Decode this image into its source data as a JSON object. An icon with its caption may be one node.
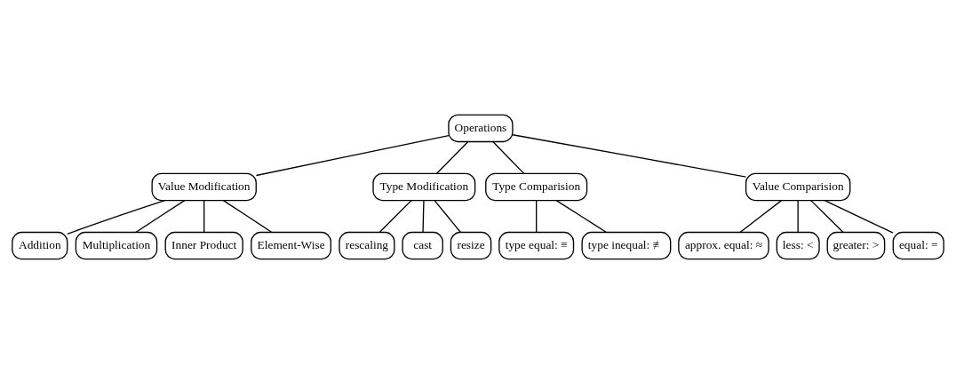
{
  "diagram": {
    "nodes": [
      {
        "text": [
          "Operations"
        ]
      },
      {
        "text": [
          "Value Modification"
        ]
      },
      {
        "text": [
          "Type Modification"
        ]
      },
      {
        "text": [
          "Type Comparision"
        ]
      },
      {
        "text": [
          "Value Comparision"
        ]
      },
      {
        "text": [
          "Addition"
        ]
      },
      {
        "text": [
          "Multiplication"
        ]
      },
      {
        "text": [
          "Inner Product"
        ]
      },
      {
        "text": [
          "Element-Wise"
        ]
      },
      {
        "text": [
          "rescaling"
        ]
      },
      {
        "text": [
          "cast"
        ]
      },
      {
        "text": [
          "resize"
        ]
      },
      {
        "text": [
          "type equal: ≡"
        ]
      },
      {
        "text": [
          "type inequal: ≢"
        ]
      },
      {
        "text": [
          "approx. equal: ≈"
        ]
      },
      {
        "text": [
          "less: <"
        ]
      },
      {
        "text": [
          "greater: >"
        ]
      },
      {
        "text": [
          "equal: ="
        ]
      }
    ],
    "edges": [
      {
        "from": 0,
        "to": 1,
        "arrow": "none"
      },
      {
        "from": 0,
        "to": 2,
        "arrow": "none"
      },
      {
        "from": 0,
        "to": 3,
        "arrow": "none"
      },
      {
        "from": 0,
        "to": 4,
        "arrow": "none"
      },
      {
        "from": 1,
        "to": 5,
        "arrow": "none"
      },
      {
        "from": 1,
        "to": 6,
        "arrow": "none"
      },
      {
        "from": 1,
        "to": 7,
        "arrow": "none"
      },
      {
        "from": 1,
        "to": 8,
        "arrow": "none"
      },
      {
        "from": 2,
        "to": 9,
        "arrow": "none"
      },
      {
        "from": 2,
        "to": 10,
        "arrow": "none"
      },
      {
        "from": 2,
        "to": 11,
        "arrow": "none"
      },
      {
        "from": 3,
        "to": 12,
        "arrow": "none"
      },
      {
        "from": 3,
        "to": 13,
        "arrow": "none"
      },
      {
        "from": 4,
        "to": 14,
        "arrow": "none"
      },
      {
        "from": 4,
        "to": 15,
        "arrow": "none"
      },
      {
        "from": 4,
        "to": 16,
        "arrow": "none"
      },
      {
        "from": 4,
        "to": 17,
        "arrow": "none"
      }
    ]
  }
}
